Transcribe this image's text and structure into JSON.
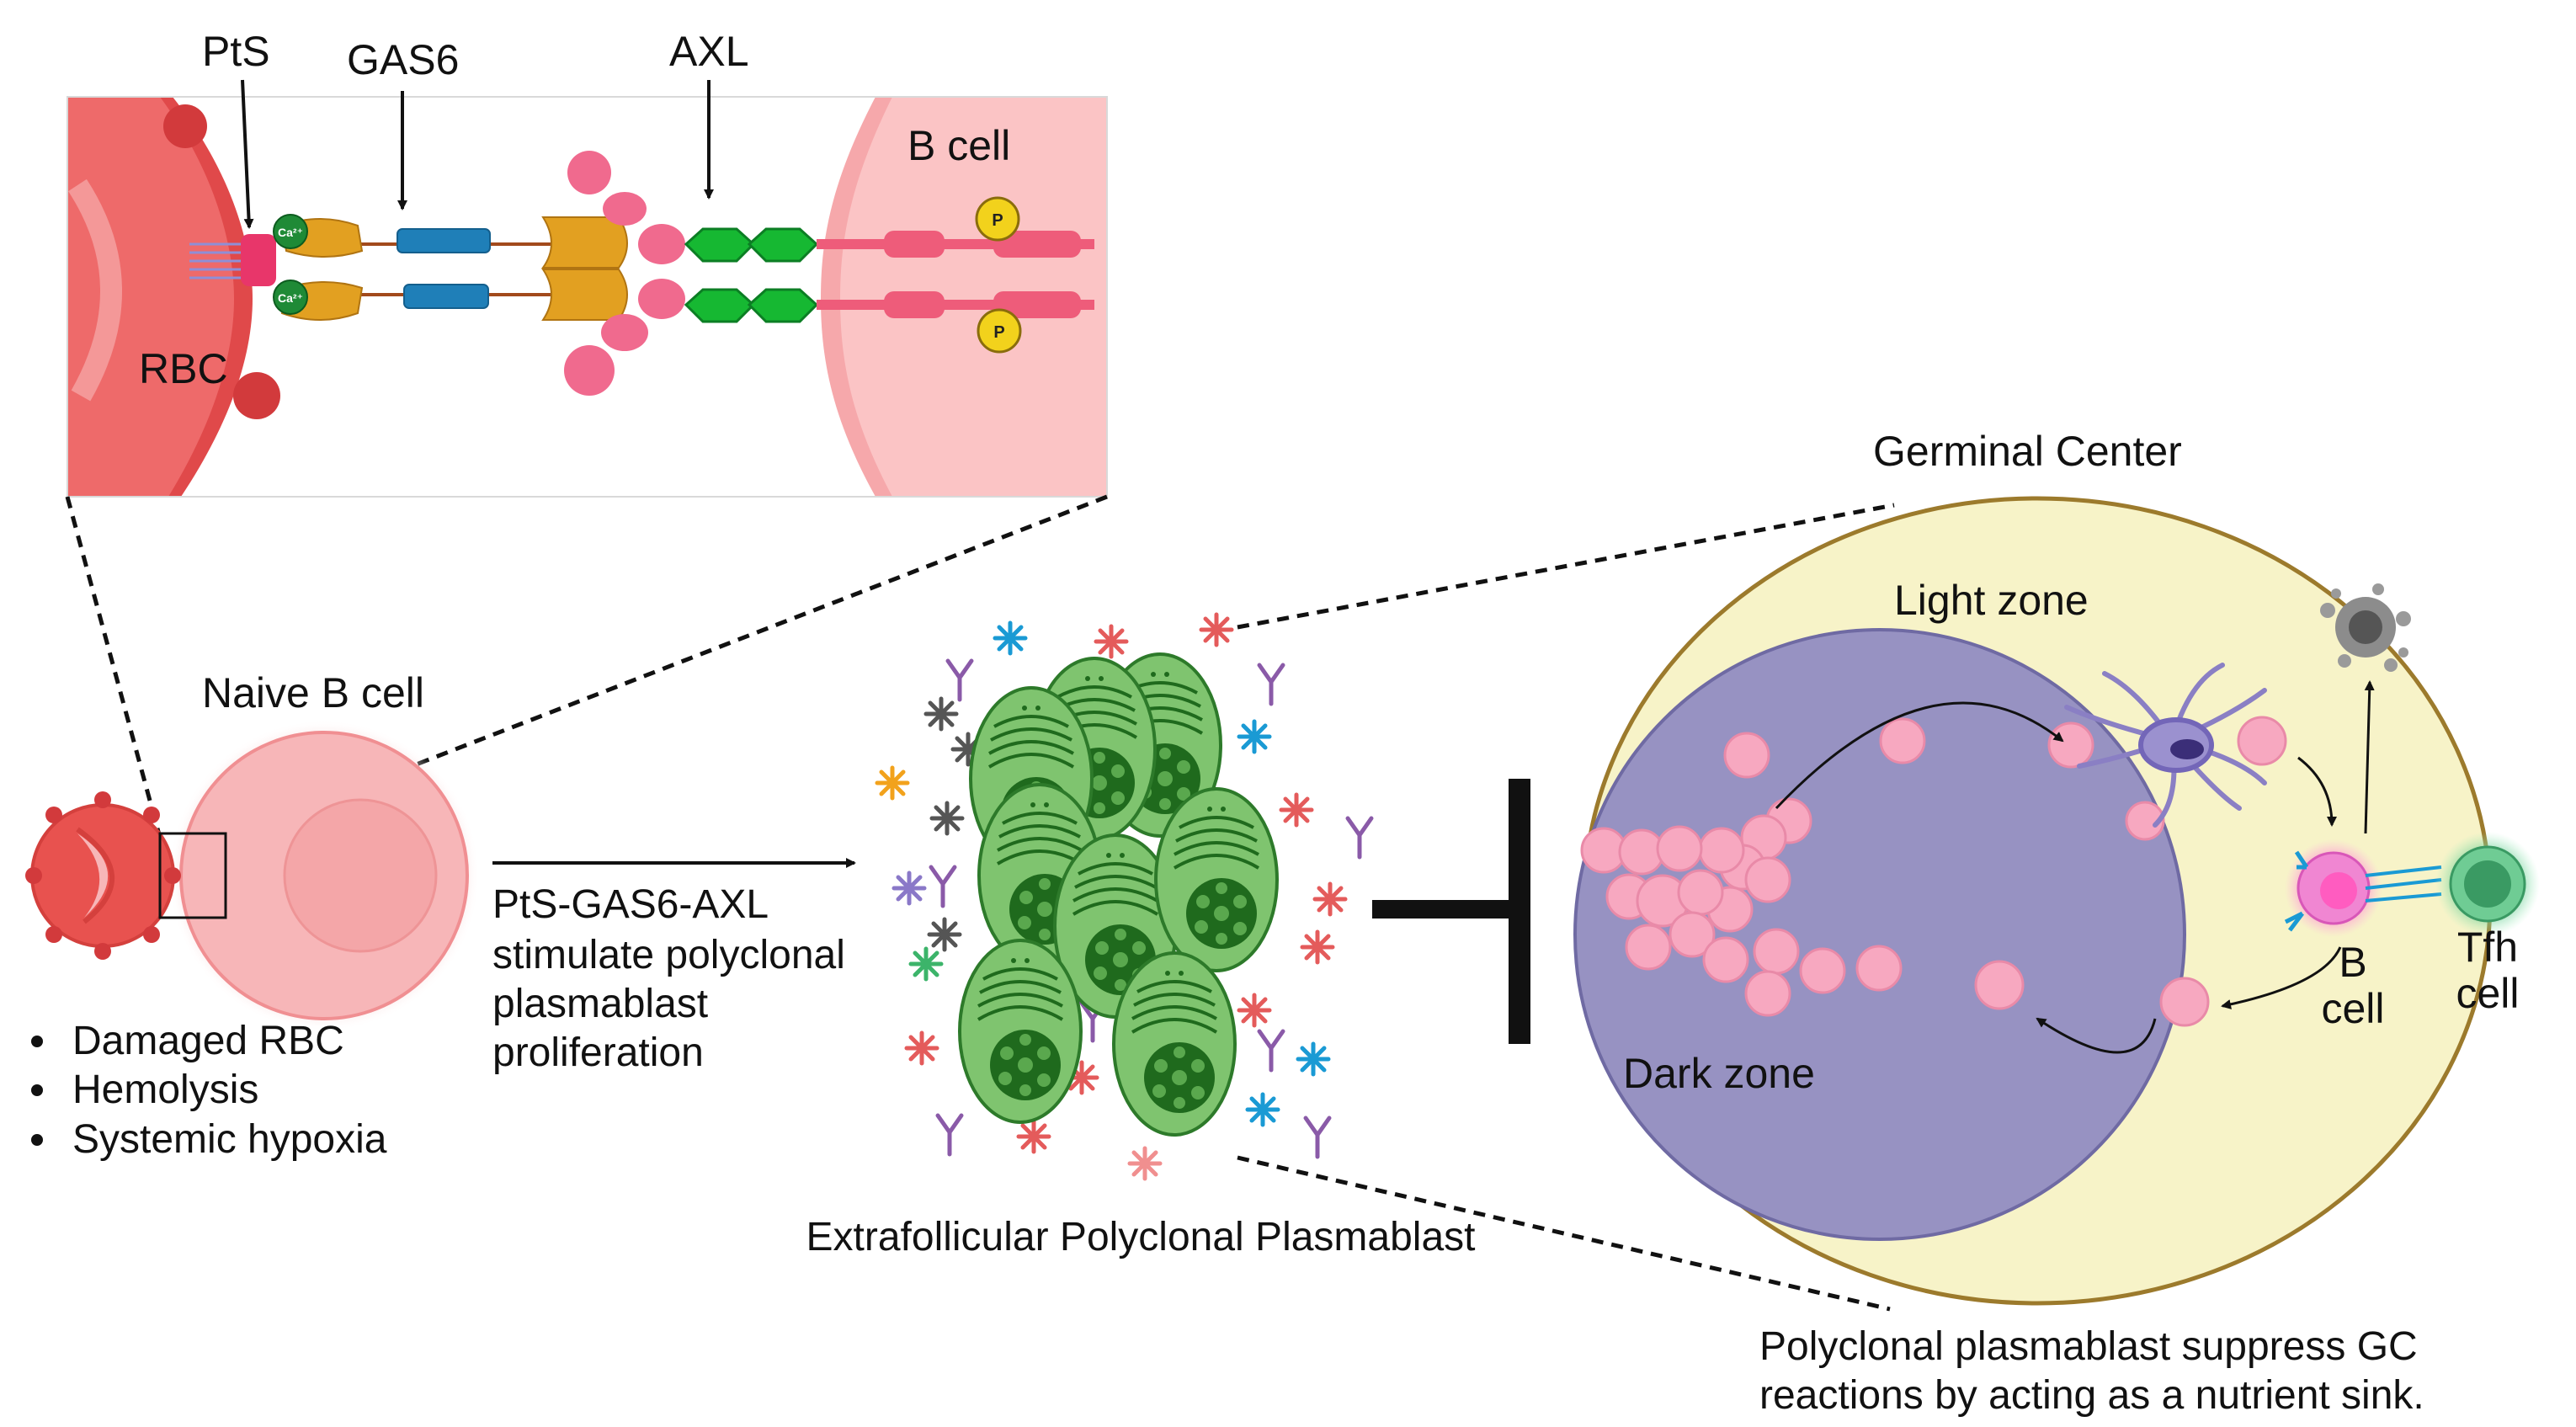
{
  "inset": {
    "pts_label": "PtS",
    "gas6_label": "GAS6",
    "axl_label": "AXL",
    "rbc_label": "RBC",
    "bcell_label": "B cell",
    "ca_badge": "Ca²⁺",
    "p_badge": "P"
  },
  "left": {
    "naive_label": "Naive B cell",
    "bullets": [
      "Damaged RBC",
      "Hemolysis",
      "Systemic hypoxia"
    ]
  },
  "middle": {
    "arrow_caption": [
      "PtS-GAS6-AXL",
      "stimulate polyclonal",
      "plasmablast",
      "proliferation"
    ],
    "cluster_label": "Extrafollicular Polyclonal Plasmablast"
  },
  "gc": {
    "title": "Germinal Center",
    "light_zone": "Light zone",
    "dark_zone": "Dark zone",
    "b_cell": [
      "B",
      "cell"
    ],
    "tfh_cell": [
      "Tfh",
      "cell"
    ],
    "footer": [
      "Polyclonal plasmablast  suppress GC",
      "reactions by acting as a  nutrient sink."
    ]
  },
  "colors": {
    "rbc": "#e8524f",
    "bcell_pink": "#f7b6b8",
    "gas6_gold": "#e2a021",
    "gas6_blue": "#1f7fb8",
    "axl_green": "#16b832",
    "plasmablast_green": "#7ec471",
    "dark_zone": "#9792c2",
    "gc_bg": "#f7f3c8",
    "gc_border": "#9c7a2c"
  }
}
